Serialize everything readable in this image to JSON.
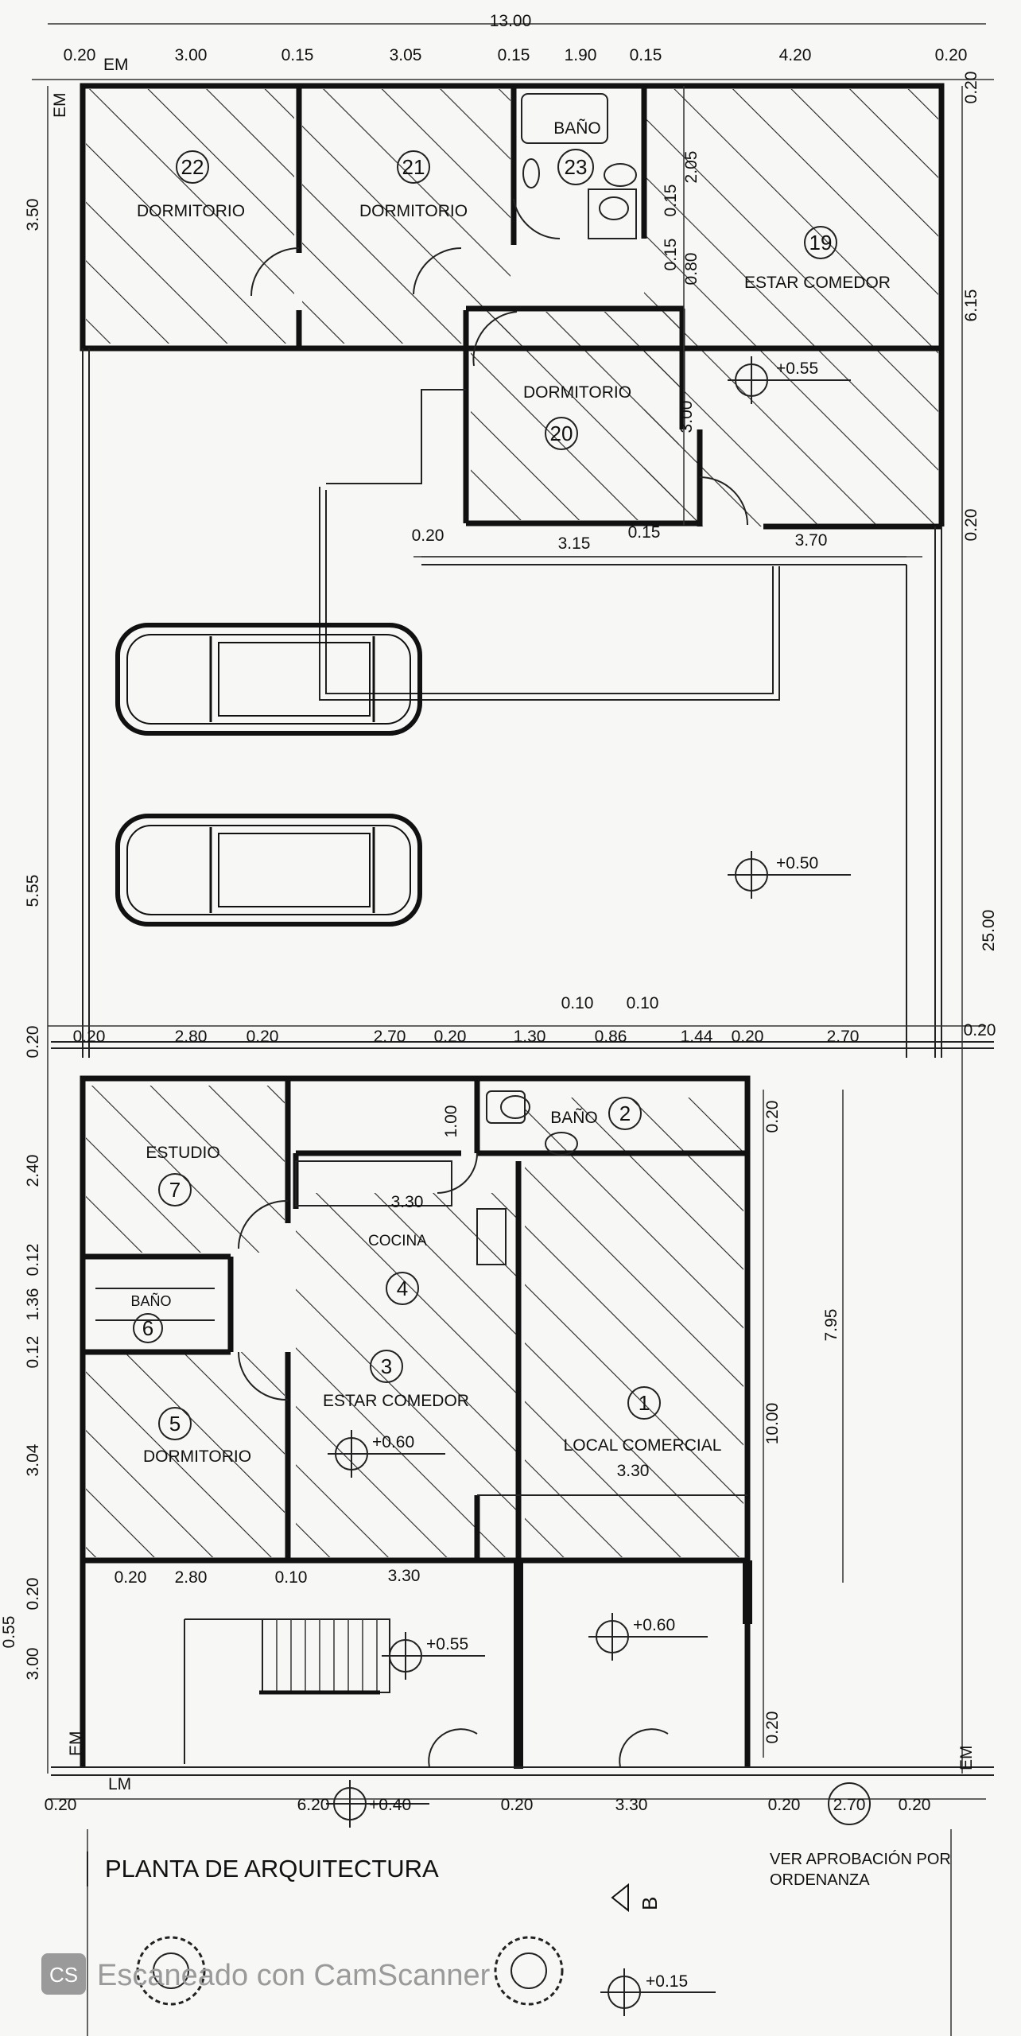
{
  "title": "PLANTA DE ARQUITECTURA",
  "note_line1": "VER APROBACIÓN POR",
  "note_line2": "ORDENANZA",
  "section_marker": "B",
  "watermark": "Escaneado con CamScanner",
  "watermark_logo": "CS",
  "rooms": {
    "r22": {
      "number": "22",
      "name": "DORMITORIO"
    },
    "r21": {
      "number": "21",
      "name": "DORMITORIO"
    },
    "r23": {
      "number": "23",
      "name": "BAÑO"
    },
    "r19": {
      "number": "19",
      "name": "ESTAR COMEDOR"
    },
    "r20": {
      "number": "20",
      "name": "DORMITORIO"
    },
    "r7": {
      "number": "7",
      "name": "ESTUDIO"
    },
    "r6": {
      "number": "6",
      "name": "BAÑO"
    },
    "r5": {
      "number": "5",
      "name": "DORMITORIO"
    },
    "r4": {
      "number": "4",
      "name": "COCINA"
    },
    "r3": {
      "number": "3",
      "name": "ESTAR COMEDOR"
    },
    "r2": {
      "number": "2",
      "name": "BAÑO"
    },
    "r1": {
      "number": "1",
      "name": "LOCAL COMERCIAL"
    }
  },
  "levels": {
    "l19": "+0.55",
    "l_garage": "+0.50",
    "l3": "+0.60",
    "l_local": "+0.60",
    "l_stair": "+0.55",
    "l_front": "+0.40",
    "l_street": "+0.15"
  },
  "edge_labels": {
    "em": "EM",
    "lm": "LM"
  },
  "dims": {
    "top_total": "13.00",
    "t1": "0.20",
    "t2": "3.00",
    "t3": "0.15",
    "t4": "3.05",
    "t5": "0.15",
    "t6": "1.90",
    "t7": "0.15",
    "t8": "4.20",
    "t9": "0.20",
    "left_350": "3.50",
    "left_555": "5.55",
    "left_020a": "0.20",
    "left_240": "2.40",
    "left_012a": "0.12",
    "left_136": "1.36",
    "left_012b": "0.12",
    "left_304": "3.04",
    "left_020b": "0.20",
    "left_055": "0.55",
    "left_300": "3.00",
    "right_020a": "0.20",
    "right_615": "6.15",
    "right_020b": "0.20",
    "right_2500": "25.00",
    "right_020c": "0.20",
    "u_020": "0.20",
    "u_315": "3.15",
    "u_015": "0.15",
    "u_370": "3.70",
    "u_205": "2.05",
    "u_015b": "0.15",
    "u_015c": "0.15",
    "u_080": "0.80",
    "u_300": "3.00",
    "m1": "0.20",
    "m2": "2.80",
    "m3": "0.20",
    "m4": "2.70",
    "m5": "0.20",
    "m6": "1.30",
    "m7": "0.86",
    "m8": "1.44",
    "m9": "0.20",
    "m10": "2.70",
    "m_010a": "0.10",
    "m_010b": "0.10",
    "l_100": "1.00",
    "l_330a": "3.30",
    "l_020r": "0.20",
    "l_795": "7.95",
    "l_1000": "10.00",
    "l_330b": "3.30",
    "l_020r2": "0.20",
    "b1": "0.20",
    "b2": "2.80",
    "b3": "0.10",
    "b4": "3.30",
    "f1": "0.20",
    "f2": "6.20",
    "f3": "0.20",
    "f4": "3.30",
    "f5": "0.20",
    "f6": "2.70",
    "f7": "0.20"
  }
}
